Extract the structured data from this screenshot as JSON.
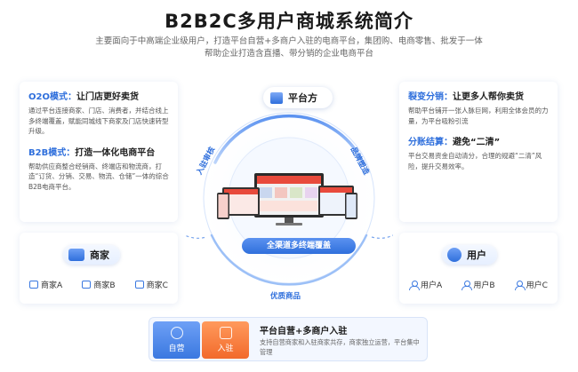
{
  "title": "B2B2C多用户商城系统简介",
  "subtitle_line1": "主要面向于中高端企业级用户，打造平台自营+多商户入驻的电商平台，集团购、电商零售、批发于一体",
  "subtitle_line2": "帮助企业打造含直播、带分销的企业电商平台",
  "left_card": {
    "o2o": {
      "keyword": "O2O模式：",
      "heading": "让门店更好卖货",
      "body": "通过平台连接商家、门店、消费者，并结合线上多终端覆盖，赋能同城线下商家及门店快速转型升级。"
    },
    "b2b": {
      "keyword": "B2B模式：",
      "heading": "打造一体化电商平台",
      "body": "帮助供应商整合经销商、终端店和物流商，打造“订货、分销、交易、物流、仓储”一体的综合B2B电商平台。"
    }
  },
  "right_card": {
    "fission": {
      "keyword": "裂变分销：",
      "heading": "让更多人帮你卖货",
      "body": "帮助平台铺开一张人脉巨网，利用全体会员的力量，为平台吸粉引流"
    },
    "settle": {
      "keyword": "分账结算：",
      "heading": "避免“二清”",
      "body": "平台交易资金自动清分，合理的规避“二清”风险，提升交易效率。"
    }
  },
  "merchant": {
    "label": "商家",
    "items": [
      "商家A",
      "商家B",
      "商家C"
    ]
  },
  "user": {
    "label": "用户",
    "items": [
      "用户A",
      "用户B",
      "用户C"
    ]
  },
  "center": {
    "platform_label": "平台方",
    "arc_left": "入驻审核",
    "arc_right": "品牌塑造",
    "arc_bottom": "优质商品",
    "cover_label": "全渠道多终端覆盖"
  },
  "bottom": {
    "tab_self": "自营",
    "tab_join": "入驻",
    "title": "平台自营+多商户入驻",
    "desc": "支持自营商家和入驻商家共存，商家独立运营，平台集中管理"
  },
  "colors": {
    "accent": "#2f6fdc",
    "orange": "#f26a2b",
    "card_bg": "#ffffff",
    "page_bg": "#ffffff"
  },
  "icons": {
    "platform": "building-icon",
    "merchant": "shop-icon",
    "user": "user-icon",
    "self": "badge-icon",
    "join": "store-icon"
  }
}
